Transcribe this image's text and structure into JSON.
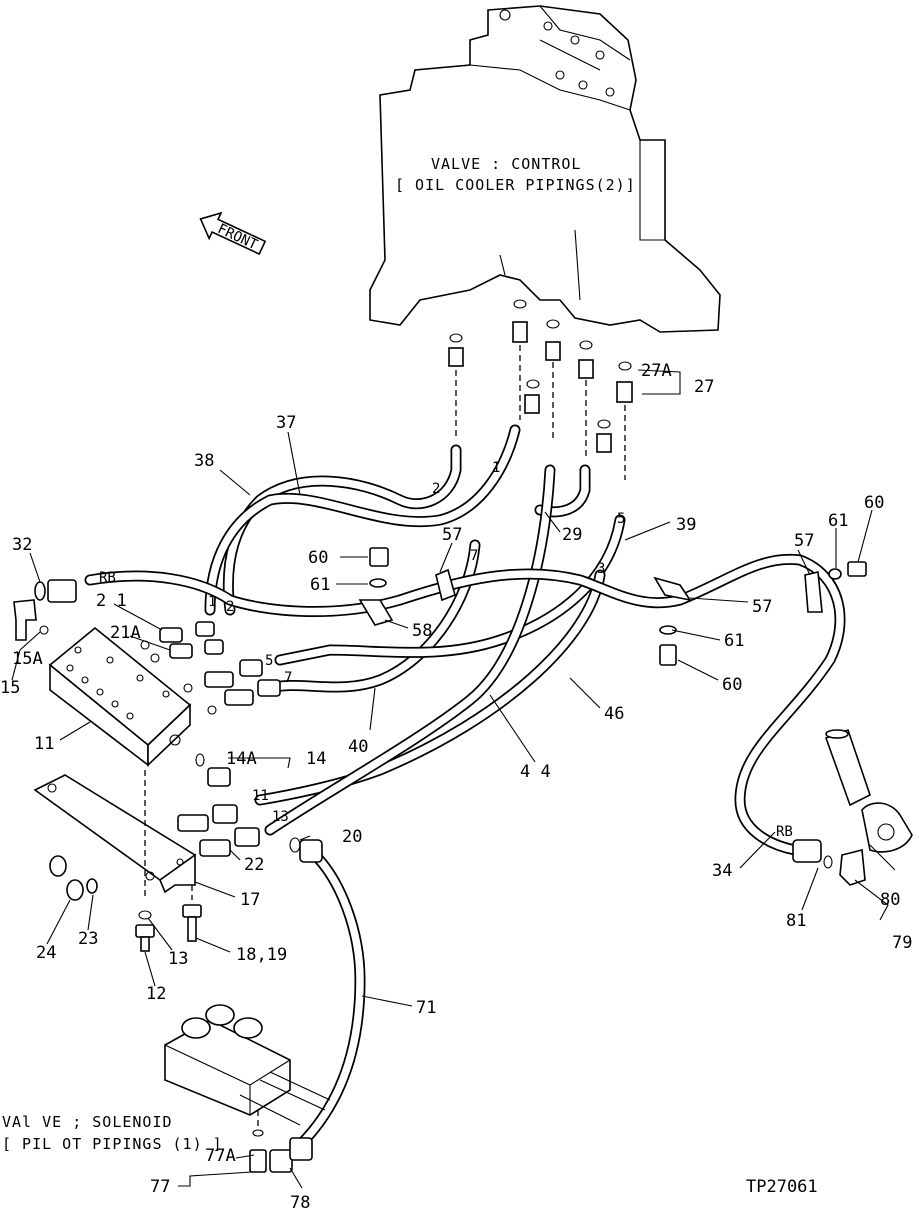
{
  "labels": {
    "valve_control_line1": "VALVE : CONTROL",
    "valve_control_line2": "[ OIL  COOLER  PIPINGS(2)]",
    "front": "FRONT",
    "valve_solenoid_line1": "VAl VE ; SOLENOID",
    "valve_solenoid_line2": "[ PIL OT  PIPINGS (1) ]",
    "figure_id": "TP27061",
    "rb_1": "RB",
    "rb_2": "RB"
  },
  "parts": {
    "p37": "37",
    "p38": "38",
    "p32": "32",
    "p21": "2 1",
    "p21A": "21A",
    "p15A": "15A",
    "p15": "15",
    "p11": "11",
    "p60a": "60",
    "p61a": "61",
    "p58": "58",
    "p57a": "57",
    "p27A": "27A",
    "p27": "27",
    "p29": "29",
    "p39": "39",
    "p57b": "57",
    "p61b": "61",
    "p60b": "60",
    "p57c": "57",
    "p61c": "61",
    "p60c": "60",
    "p40": "40",
    "p46": "46",
    "p44": "4 4",
    "p14A": "14A",
    "p14": "14",
    "p20": "20",
    "p22": "22",
    "p17": "17",
    "p24": "24",
    "p23": "23",
    "p13": "13",
    "p12": "12",
    "p1819": "18,19",
    "p71": "71",
    "p34": "34",
    "p81": "81",
    "p80": "80",
    "p79": "79",
    "p77A": "77A",
    "p77": "77",
    "p78": "78",
    "h2a": "2",
    "h1a": "1",
    "h7a": "7",
    "h3": "3",
    "h5a": "5",
    "h1b": "1",
    "h2b": "2",
    "h5b": "5",
    "h7b": "7",
    "h11": "11",
    "h13": "13"
  }
}
